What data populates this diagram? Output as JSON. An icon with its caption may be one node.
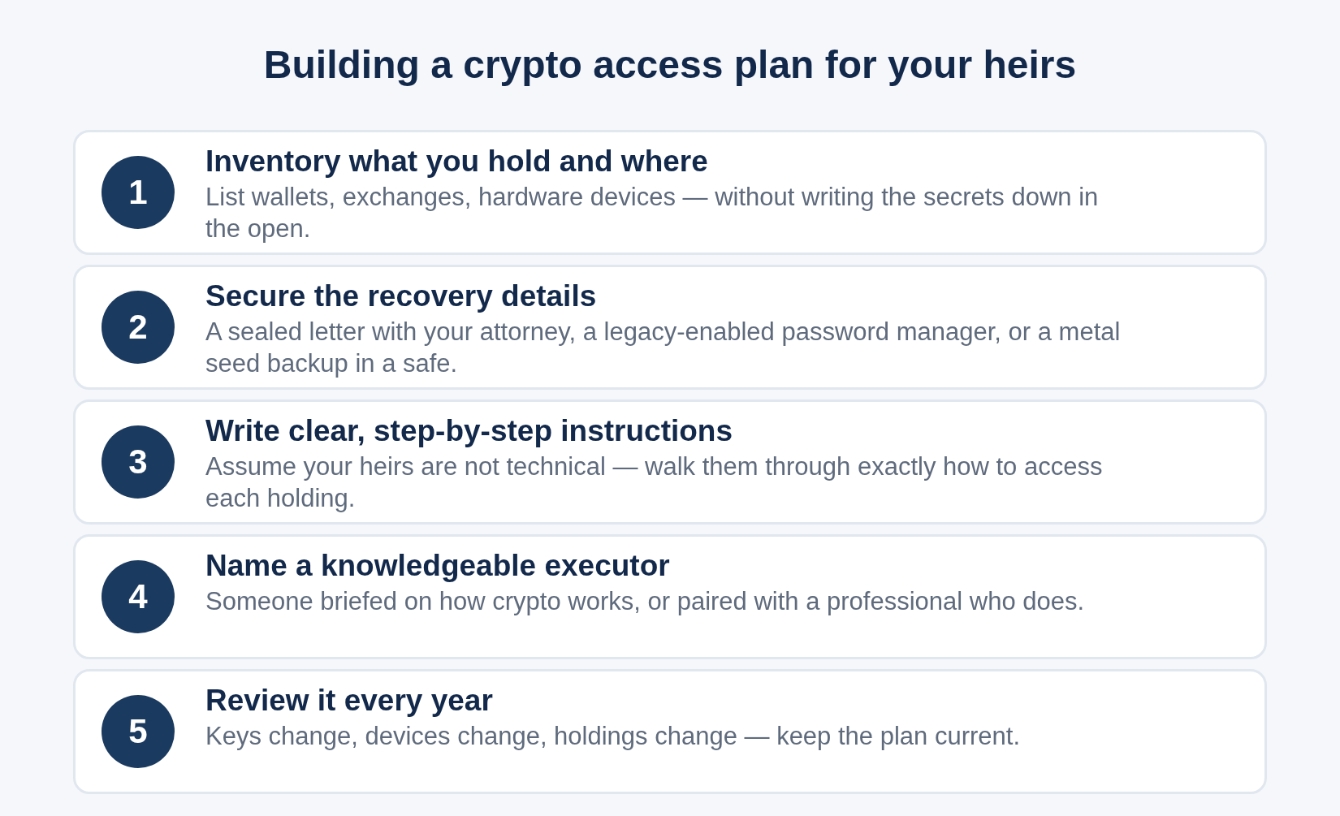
{
  "diagram": {
    "title": "Building a crypto access plan for your heirs",
    "nodes": [
      {
        "text": [
          "Inventory what you hold and where",
          "List wallets, exchanges, hardware devices — without writing the secrets down in the open."
        ]
      },
      {
        "text": [
          "1"
        ],
        "in": 0
      },
      {
        "text": [
          "Secure the recovery details",
          "A sealed letter with your attorney, a legacy-enabled password manager, or a metal seed backup in a safe."
        ]
      },
      {
        "text": [
          "2"
        ],
        "in": 2
      },
      {
        "text": [
          "Write clear, step-by-step instructions",
          "Assume your heirs are not technical — walk them through exactly how to access each holding."
        ]
      },
      {
        "text": [
          "3"
        ],
        "in": 4
      },
      {
        "text": [
          "Name a knowledgeable executor",
          "Someone briefed on how crypto works, or paired with a professional who does."
        ]
      },
      {
        "text": [
          "4"
        ],
        "in": 6
      },
      {
        "text": [
          "Review it every year",
          "Keys change, devices change, holdings change — keep the plan current."
        ]
      },
      {
        "text": [
          "5"
        ],
        "in": 8
      }
    ]
  }
}
